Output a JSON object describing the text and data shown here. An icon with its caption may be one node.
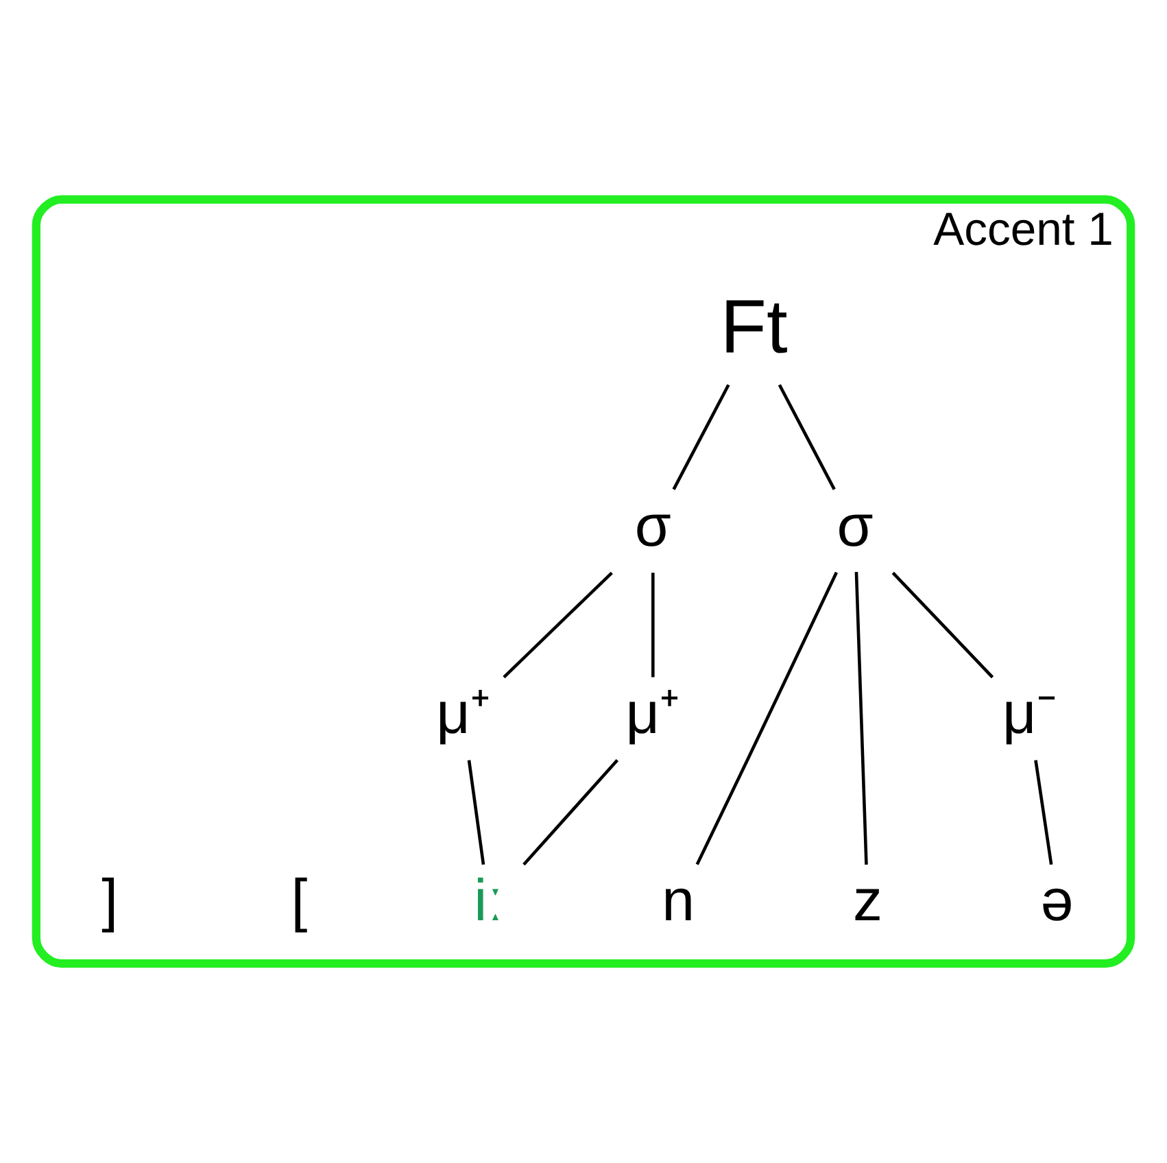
{
  "diagram": {
    "nodes": [
      {
        "text": [
          "Accent 1"
        ]
      },
      {
        "text": [
          "Ft"
        ],
        "in": 0
      },
      {
        "text": [
          "σ"
        ],
        "in": 0
      },
      {
        "text": [
          "σ"
        ],
        "in": 0
      },
      {
        "text": [
          "μ⁺"
        ],
        "in": 0
      },
      {
        "text": [
          "μ⁺"
        ],
        "in": 0
      },
      {
        "text": [
          "μ⁻"
        ],
        "in": 0
      },
      {
        "text": [
          "iː"
        ],
        "in": 0
      },
      {
        "text": [
          "z"
        ],
        "in": 0
      },
      {
        "text": [
          "ə"
        ],
        "in": 0
      },
      {
        "text": [
          "n"
        ],
        "in": 0
      }
    ],
    "edges": [
      {
        "from": 1,
        "to": 2,
        "arrow": "none"
      },
      {
        "from": 1,
        "to": 3,
        "arrow": "none"
      },
      {
        "from": 2,
        "to": 4,
        "arrow": "none"
      },
      {
        "from": 2,
        "to": 5,
        "arrow": "none"
      },
      {
        "from": 4,
        "to": 7,
        "arrow": "none"
      },
      {
        "from": 5,
        "to": 7,
        "arrow": "none"
      },
      {
        "from": 3,
        "to": 8,
        "arrow": "none"
      },
      {
        "from": 3,
        "to": 6,
        "arrow": "none"
      },
      {
        "from": 3,
        "to": 10,
        "arrow": "none"
      },
      {
        "from": 6,
        "to": 9,
        "arrow": "none"
      }
    ],
    "labels": [
      "[",
      "]"
    ]
  }
}
